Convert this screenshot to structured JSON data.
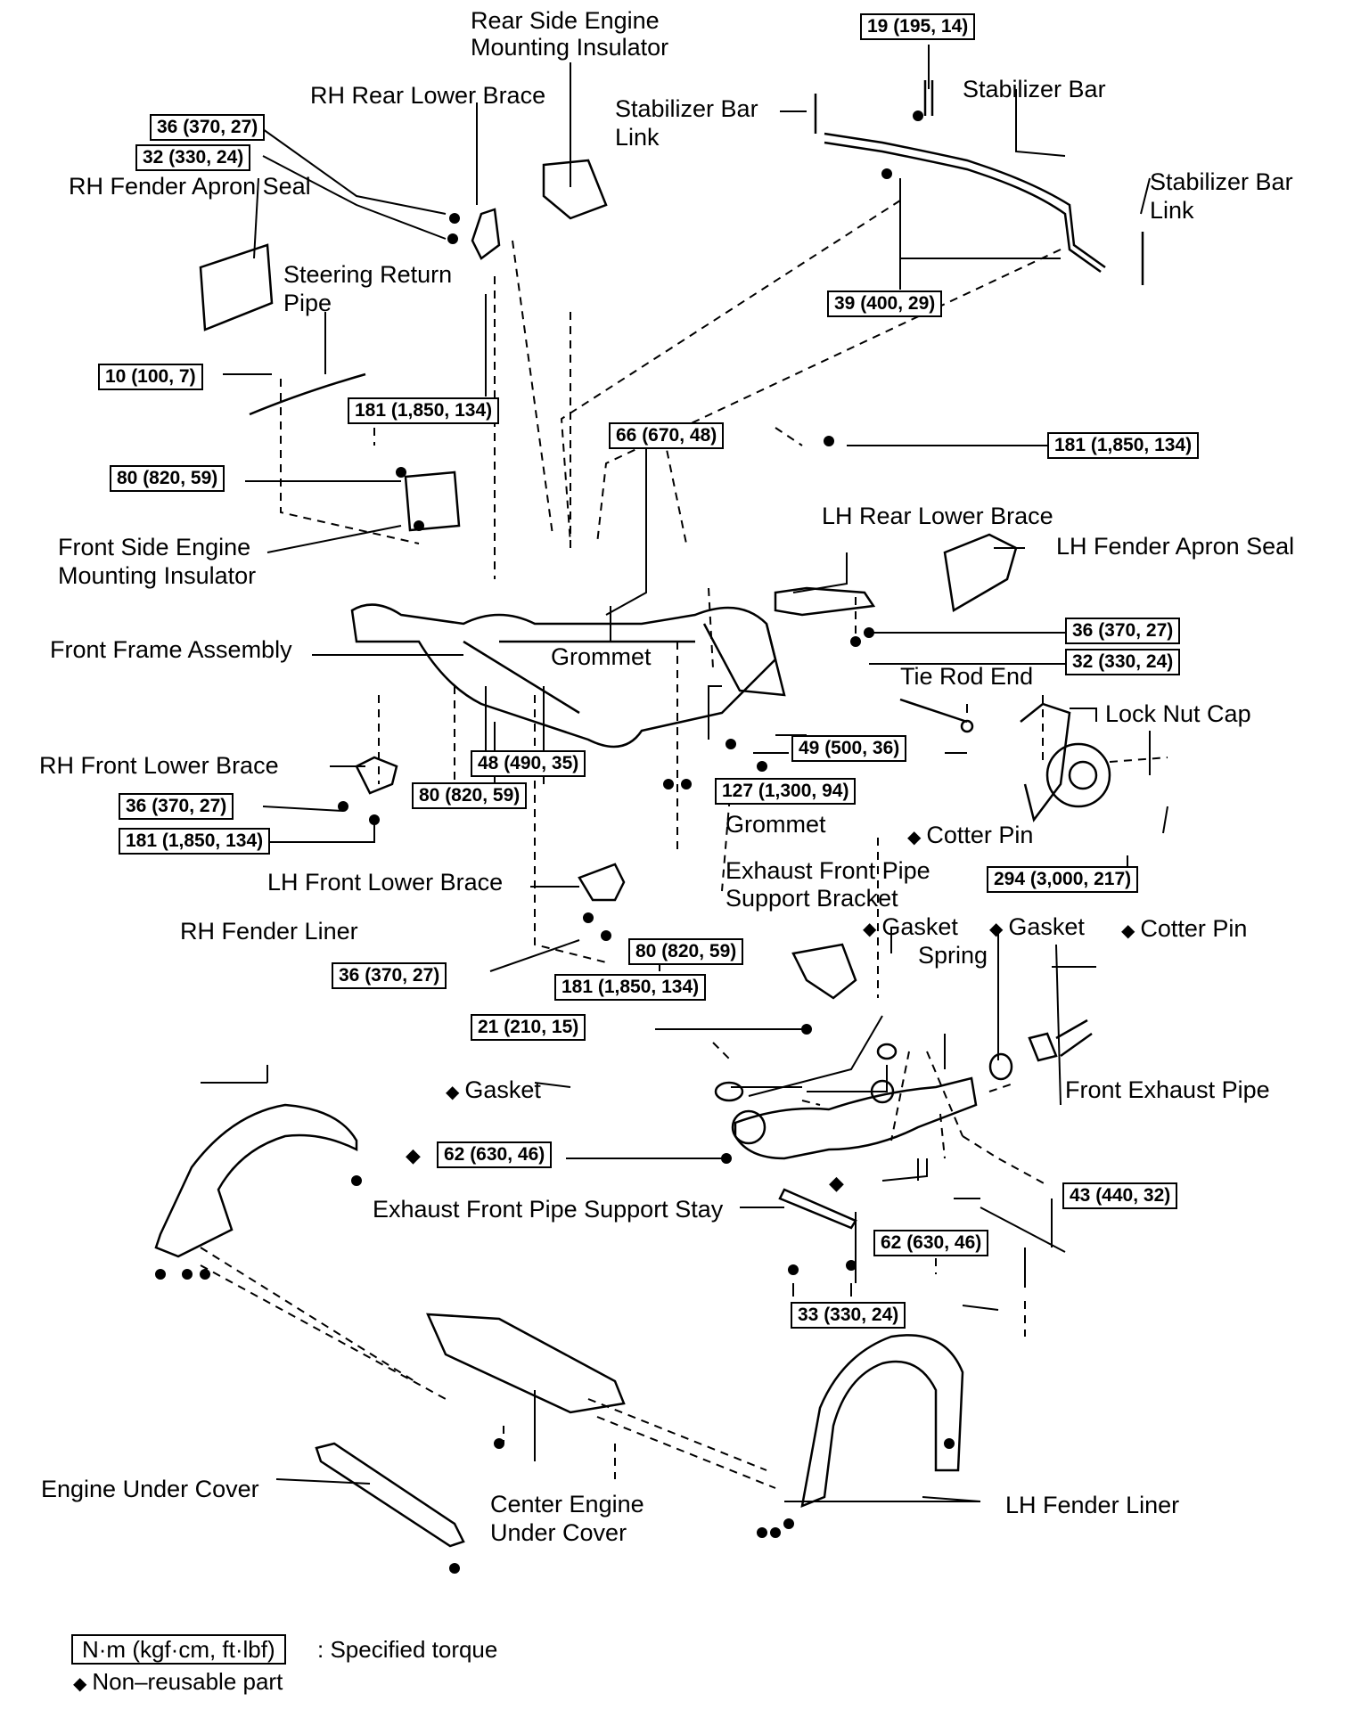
{
  "labels": {
    "rear_side_engine_mounting_insulator": [
      "Rear Side Engine",
      "Mounting Insulator"
    ],
    "rh_rear_lower_brace": "RH Rear Lower Brace",
    "stabilizer_bar_link_left": [
      "Stabilizer Bar",
      "Link"
    ],
    "stabilizer_bar": "Stabilizer Bar",
    "stabilizer_bar_link_right": [
      "Stabilizer Bar",
      "Link"
    ],
    "rh_fender_apron_seal": "RH Fender Apron Seal",
    "steering_return_pipe": [
      "Steering Return",
      "Pipe"
    ],
    "front_side_engine_mounting_insulator": [
      "Front Side Engine",
      "Mounting Insulator"
    ],
    "lh_rear_lower_brace": "LH Rear Lower Brace",
    "lh_fender_apron_seal": "LH Fender Apron Seal",
    "front_frame_assembly": "Front Frame Assembly",
    "grommet_upper": "Grommet",
    "tie_rod_end": "Tie Rod End",
    "lock_nut_cap": "Lock Nut Cap",
    "rh_front_lower_brace": "RH Front Lower Brace",
    "grommet_lower": "Grommet",
    "cotter_pin_1": "Cotter Pin",
    "exhaust_front_pipe_support_bracket": [
      "Exhaust Front Pipe",
      "Support Bracket"
    ],
    "lh_front_lower_brace": "LH Front Lower Brace",
    "gasket_1": "Gasket",
    "gasket_2": "Gasket",
    "cotter_pin_2": "Cotter Pin",
    "spring": "Spring",
    "rh_fender_liner": "RH Fender Liner",
    "gasket_3": "Gasket",
    "front_exhaust_pipe": "Front Exhaust Pipe",
    "exhaust_front_pipe_support_stay": "Exhaust Front Pipe Support Stay",
    "engine_under_cover": "Engine Under Cover",
    "center_engine_under_cover": [
      "Center Engine",
      "Under Cover"
    ],
    "lh_fender_liner": "LH Fender Liner"
  },
  "torques": {
    "t19": "19 (195, 14)",
    "t36a": "36 (370, 27)",
    "t32a": "32 (330, 24)",
    "t39": "39 (400, 29)",
    "t10": "10 (100, 7)",
    "t181a": "181 (1,850, 134)",
    "t66": "66 (670, 48)",
    "t181b": "181 (1,850, 134)",
    "t80a": "80 (820, 59)",
    "t36b": "36 (370, 27)",
    "t32b": "32 (330, 24)",
    "t49": "49 (500, 36)",
    "t48": "48 (490, 35)",
    "t36c": "36 (370, 27)",
    "t80b": "80 (820, 59)",
    "t127": "127 (1,300, 94)",
    "t181c": "181 (1,850, 134)",
    "t294": "294 (3,000, 217)",
    "t80c": "80 (820, 59)",
    "t36d": "36 (370, 27)",
    "t181d": "181 (1,850, 134)",
    "t21": "21 (210, 15)",
    "t62a": "62 (630, 46)",
    "t43": "43 (440, 32)",
    "t62b": "62 (630, 46)",
    "t33": "33 (330, 24)"
  },
  "legend": {
    "torque_box": "N·m (kgf·cm, ft·lbf)",
    "torque_desc": ": Specified torque",
    "nonreusable": "Non–reusable part"
  }
}
